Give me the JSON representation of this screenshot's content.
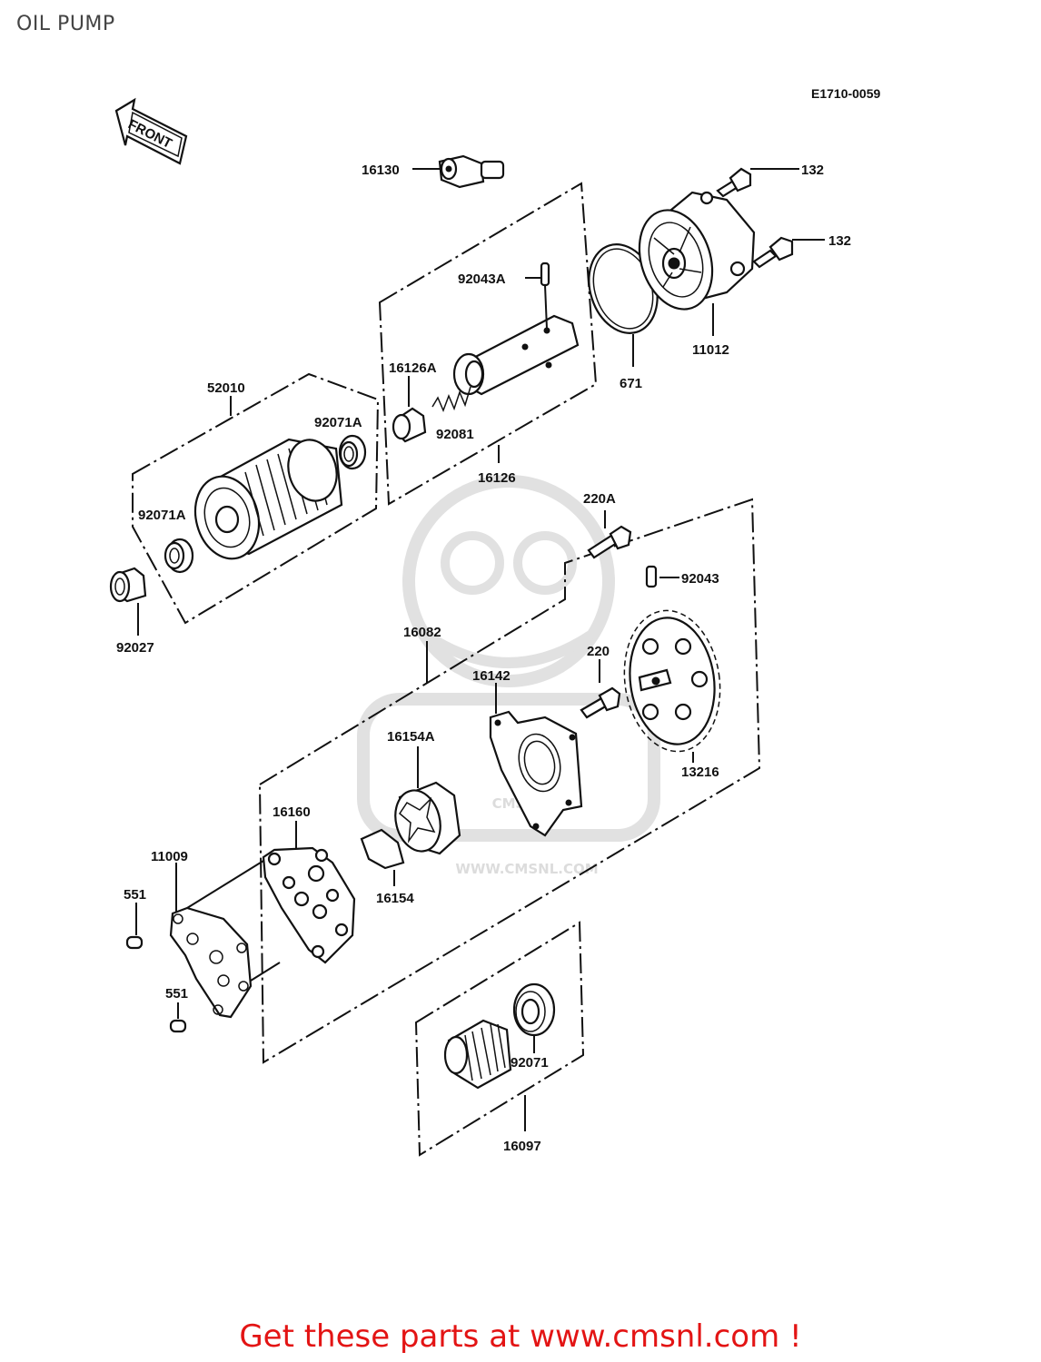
{
  "title": "OIL PUMP",
  "diagram_code": "E1710-0059",
  "front_label": "FRONT",
  "watermark": "WWW.CMSNL.COM",
  "watermark_logo": "CMS",
  "parts": {
    "p16130": "16130",
    "p132a": "132",
    "p132b": "132",
    "p92043A": "92043A",
    "p16126A": "16126A",
    "p92081": "92081",
    "p16126": "16126",
    "p671": "671",
    "p11012": "11012",
    "p52010": "52010",
    "p92071A_a": "92071A",
    "p92071A_b": "92071A",
    "p92027": "92027",
    "p220A": "220A",
    "p92043": "92043",
    "p16082": "16082",
    "p220": "220",
    "p16142": "16142",
    "p13216": "13216",
    "p16154A": "16154A",
    "p16160": "16160",
    "p16154": "16154",
    "p11009": "11009",
    "p551a": "551",
    "p551b": "551",
    "p92071": "92071",
    "p16097": "16097"
  },
  "footer": {
    "promo_text": "Get these parts at www.cmsnl.com !",
    "promo_color": "#e31414"
  }
}
